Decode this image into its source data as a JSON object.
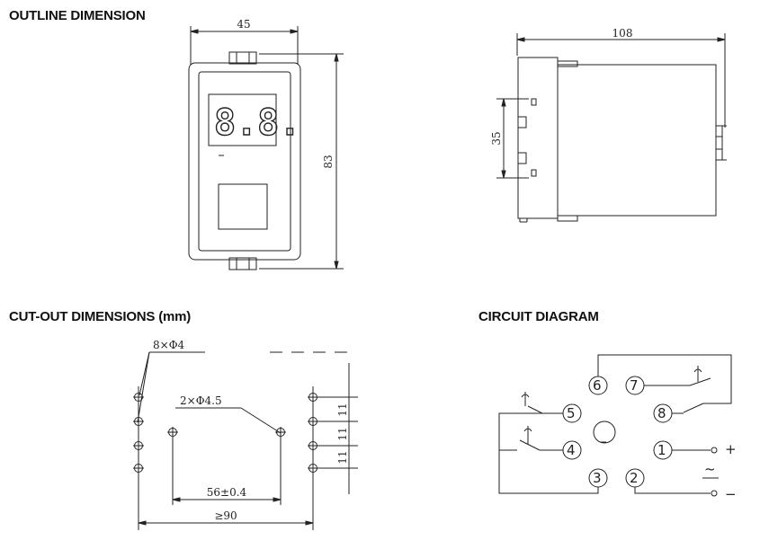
{
  "headings": {
    "outline": "OUTLINE DIMENSION",
    "cutout": "CUT-OUT DIMENSIONS (mm)",
    "circuit": "CIRCUIT DIAGRAM"
  },
  "outline": {
    "width": "45",
    "height": "83",
    "depth": "108",
    "side_height": "35",
    "display": "8.8."
  },
  "cutout": {
    "holes_8": "8×Φ4",
    "holes_2": "2×Φ4.5",
    "spacing": "56±0.4",
    "min_width": "≥90",
    "pitch": [
      "11",
      "11",
      "11"
    ]
  },
  "circuit": {
    "pins": [
      "①",
      "②",
      "③",
      "④",
      "⑤",
      "⑥",
      "⑦",
      "⑧"
    ],
    "plus": "+",
    "minus": "−",
    "ac": "~"
  },
  "colors": {
    "line": "#222222",
    "background": "#ffffff"
  }
}
